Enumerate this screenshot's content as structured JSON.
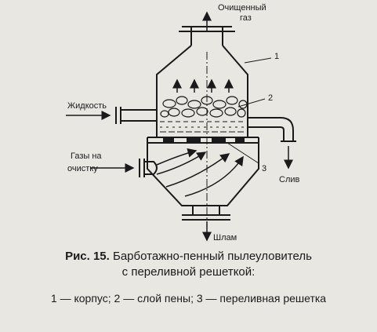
{
  "diagram": {
    "labels": {
      "clean_gas_line1": "Очищенный",
      "clean_gas_line2": "газ",
      "liquid": "Жидкость",
      "gas_in_line1": "Газы на",
      "gas_in_line2": "очистку",
      "drain": "Слив",
      "sludge": "Шлам"
    },
    "numbers": {
      "n1": "1",
      "n2": "2",
      "n3": "3"
    }
  },
  "caption": {
    "fig_label": "Рис. 15.",
    "title_line1": "Барботажно-пенный пылеуловитель",
    "title_line2": "с переливной решеткой:",
    "legend": "1 — корпус; 2 — слой пены; 3 — переливная решетка"
  },
  "colors": {
    "ink": "#1a1a1a",
    "paper": "#e9e7e2"
  }
}
